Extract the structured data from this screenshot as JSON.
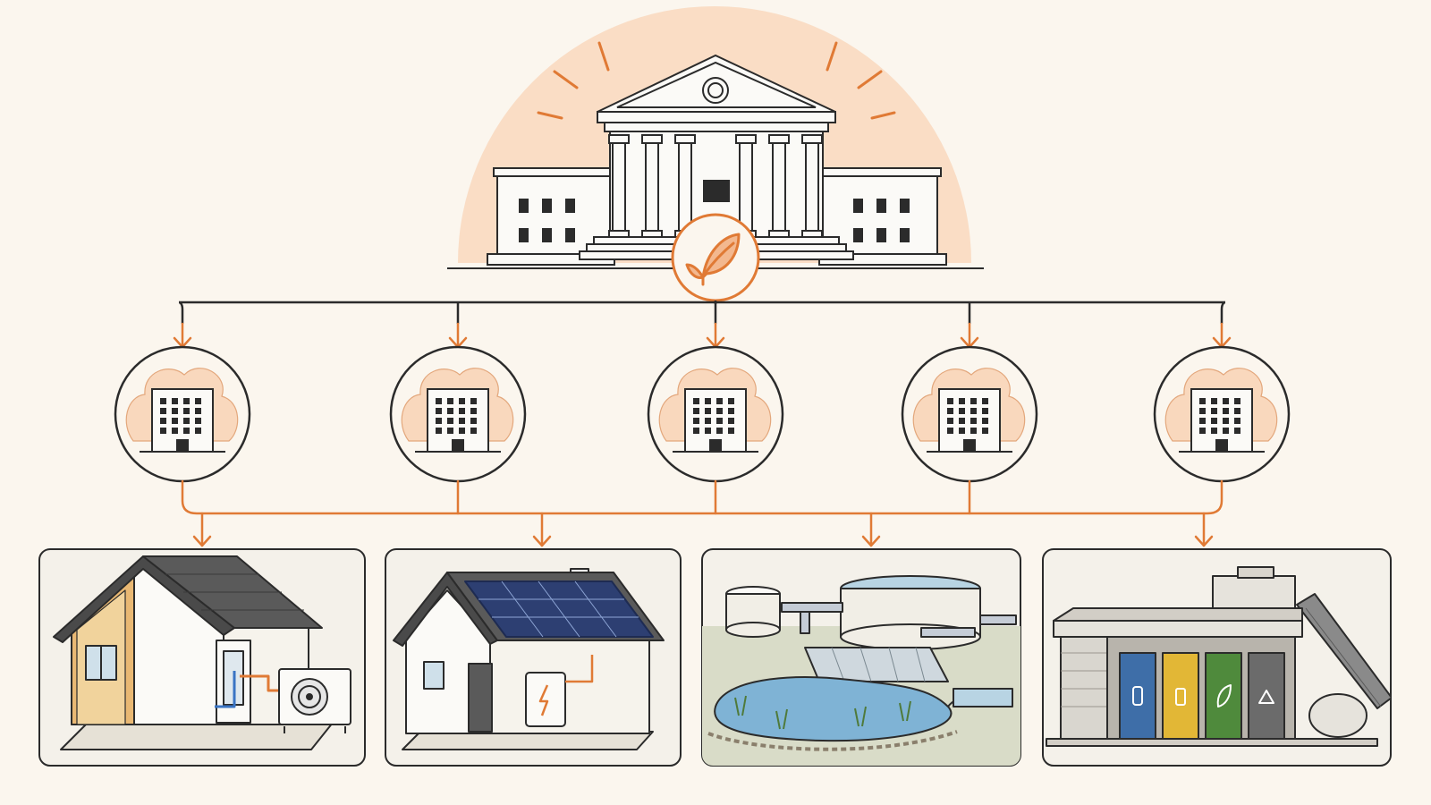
{
  "colors": {
    "background": "#fbf6ee",
    "accent": "#e07a35",
    "accent_soft": "#f9d8bd",
    "ink": "#2b2b2b",
    "panel": "#f4f1ea",
    "solar": "#2d3f72",
    "water": "#7fb3d5",
    "bin_blue": "#3e6ea8",
    "bin_yellow": "#e2b736",
    "bin_green": "#4f8a3c",
    "bin_grey": "#6b6b6b"
  },
  "hub": {
    "building": "government-building",
    "badge_icon": "leaf-icon"
  },
  "entities": [
    {
      "icon": "office-building-icon"
    },
    {
      "icon": "office-building-icon"
    },
    {
      "icon": "office-building-icon"
    },
    {
      "icon": "office-building-icon"
    },
    {
      "icon": "office-building-icon"
    }
  ],
  "projects": [
    {
      "scene": "insulated-house-with-heat-pump"
    },
    {
      "scene": "house-with-solar-panels-and-battery"
    },
    {
      "scene": "water-treatment-plant"
    },
    {
      "scene": "recycling-facility"
    }
  ]
}
